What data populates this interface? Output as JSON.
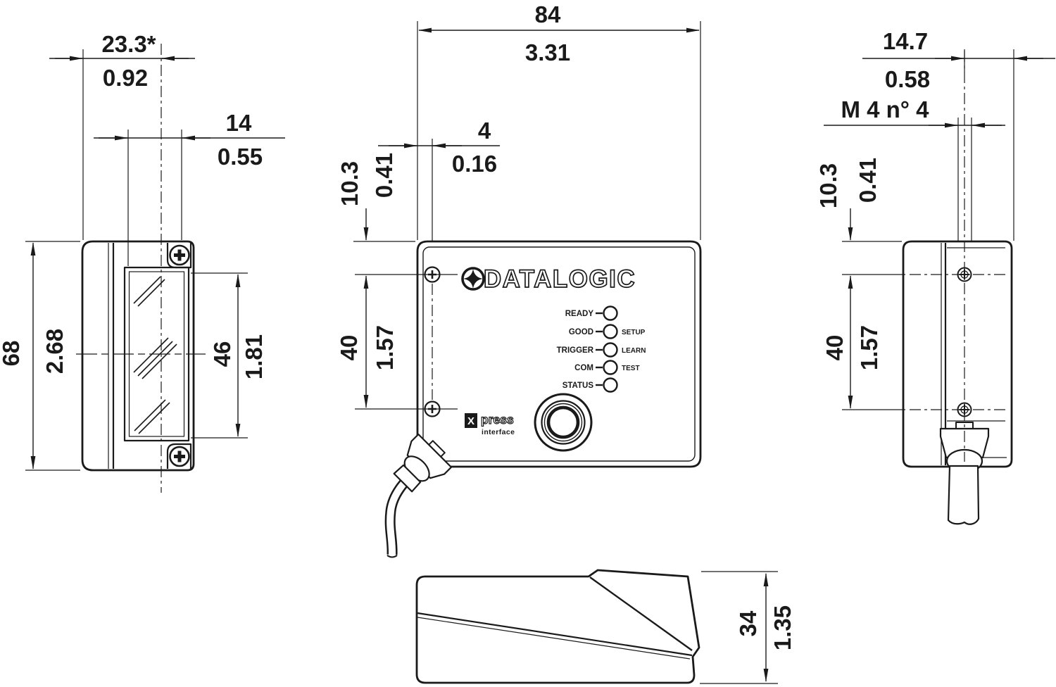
{
  "drawing": {
    "brand_logo": "DATALOGIC",
    "xpress": {
      "x": "X",
      "press": "press",
      "interface": "interface"
    },
    "leds": {
      "left": [
        "READY",
        "GOOD",
        "TRIGGER",
        "COM",
        "STATUS"
      ],
      "right": [
        "SETUP",
        "LEARN",
        "TEST"
      ]
    },
    "dims": {
      "front_width_mm": "23.3*",
      "front_width_in": "0.92",
      "window_offset_mm": "14",
      "window_offset_in": "0.55",
      "front_height_mm": "68",
      "front_height_in": "2.68",
      "window_height_mm": "46",
      "window_height_in": "1.81",
      "top_width_mm": "84",
      "top_width_in": "3.31",
      "screw_inset_mm": "4",
      "screw_inset_in": "0.16",
      "screw_top_left_mm": "10.3",
      "screw_top_left_in": "0.41",
      "screw_pitch_left_mm": "40",
      "screw_pitch_left_in": "1.57",
      "side_width_mm": "14.7",
      "side_width_in": "0.58",
      "thread_note": "M 4 n° 4",
      "screw_top_right_mm": "10.3",
      "screw_top_right_in": "0.41",
      "screw_pitch_right_mm": "40",
      "screw_pitch_right_in": "1.57",
      "depth_mm": "34",
      "depth_in": "1.35"
    },
    "colors": {
      "ink": "#1a1a1a",
      "paper": "#ffffff"
    }
  }
}
